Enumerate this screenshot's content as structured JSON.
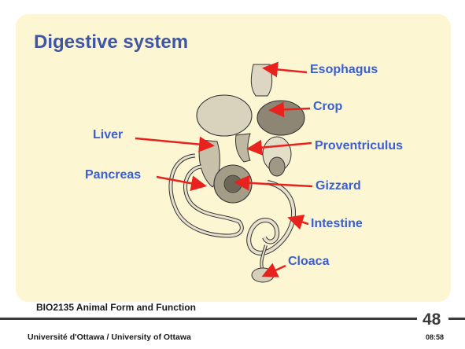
{
  "slide": {
    "title": "Digestive system",
    "labels": {
      "esophagus": "Esophagus",
      "crop": "Crop",
      "liver": "Liver",
      "proventriculus": "Proventriculus",
      "pancreas": "Pancreas",
      "gizzard": "Gizzard",
      "intestine": "Intestine",
      "cloaca": "Cloaca"
    },
    "page_number": "48",
    "course": "BIO2135 Animal Form and Function",
    "footer": "Université d'Ottawa / University of Ottawa",
    "time": "08:58"
  },
  "colors": {
    "title": "#3e56a4",
    "label": "#3a5fd0",
    "arrow": "#e8231d",
    "panel": "#fdf6d3"
  },
  "icons": {
    "illustration": "digestive-tract-illustration"
  }
}
